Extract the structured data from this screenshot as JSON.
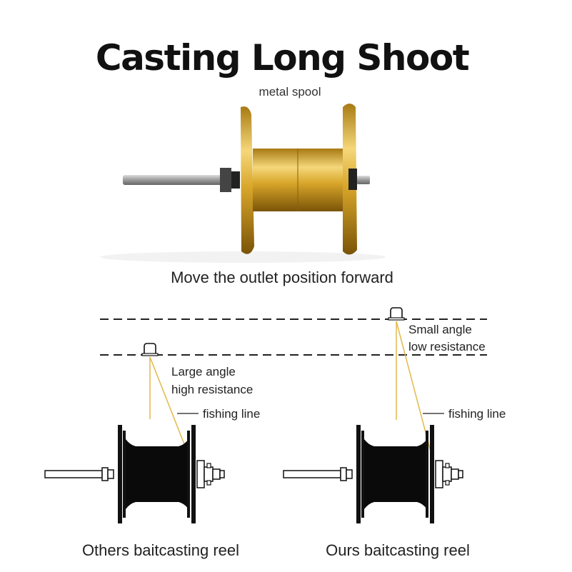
{
  "header": {
    "title": "Casting Long Shoot",
    "subtitle": "metal spool"
  },
  "photo_caption": "Move the outlet position forward",
  "diagram": {
    "left": {
      "angle_line1": "Large angle",
      "angle_line2": "high resistance",
      "line_label": "fishing line",
      "caption": "Others baitcasting reel"
    },
    "right": {
      "angle_line1": "Small angle",
      "angle_line2": "low resistance",
      "line_label": "fishing line",
      "caption": "Ours baitcasting reel"
    }
  },
  "colors": {
    "gold": "#d4a52a",
    "line_yellow": "#e2b94a",
    "reel_black": "#0a0a0a"
  }
}
